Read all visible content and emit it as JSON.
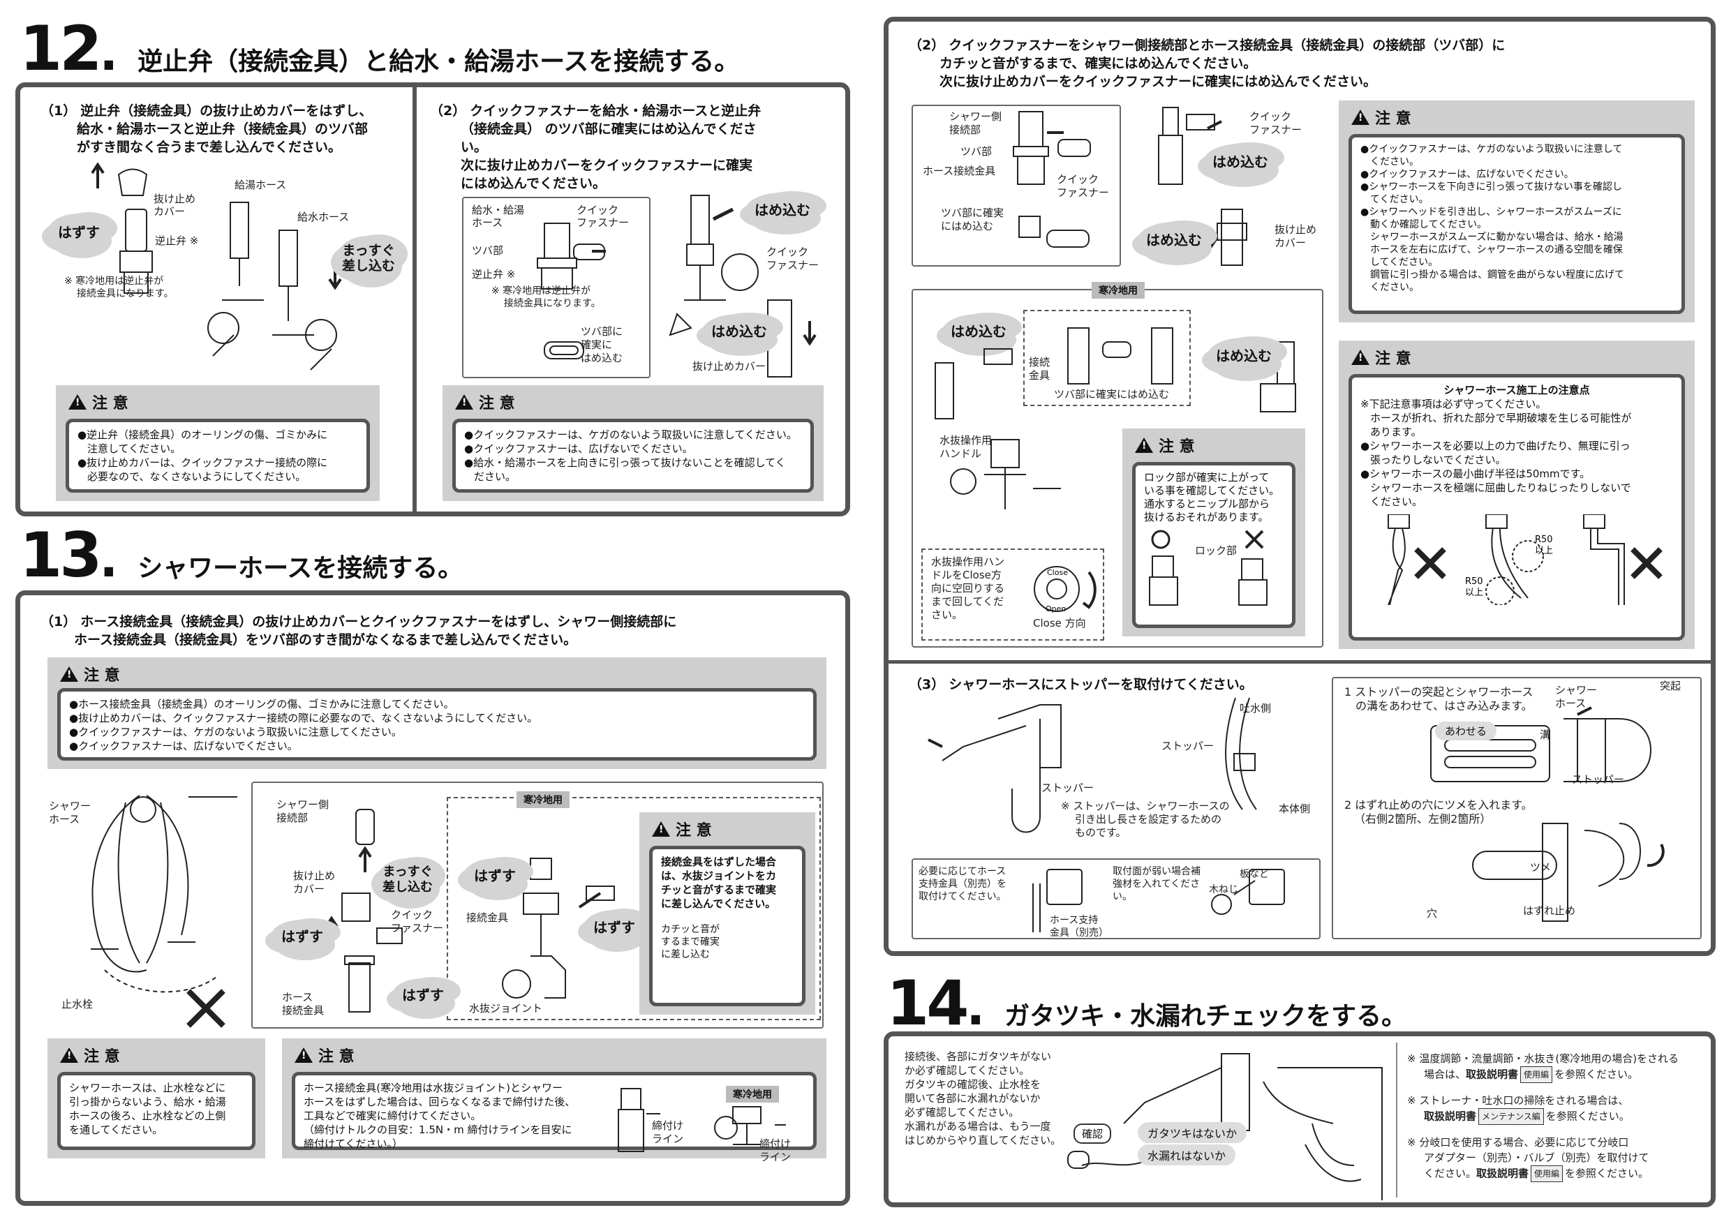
{
  "s12": {
    "num": "12",
    "title": "逆止弁（接続金具）と給水・給湯ホースを接続する。",
    "step1": {
      "num": "（1）",
      "l1": "逆止弁（接続金具）の抜け止めカバーをはずし、",
      "l2": "給水・給湯ホースと逆止弁（接続金具）のツバ部",
      "l3": "がすき間なく合うまで差し込んでください。",
      "hot_hose": "給湯ホース",
      "cold_hose": "給水ホース",
      "cover": "抜け止め",
      "cover2": "カバー",
      "valve": "逆止弁 ※",
      "remove": "はずす",
      "push1": "まっすぐ",
      "push2": "差し込む",
      "note1": "※ 寒冷地用は逆止弁が",
      "note2": "接続金具になります。"
    },
    "step2": {
      "num": "（2）",
      "l1": "クイックファスナーを給水・給湯ホースと逆止弁",
      "l2": "（接続金具） のツバ部に確実にはめ込んでくださ",
      "l3": "い。",
      "l4": "次に抜け止めカバーをクイックファスナーに確実",
      "l5": "にはめ込んでください。",
      "hose1": "給水・給湯",
      "hose2": "ホース",
      "quick1": "クイック",
      "quick2": "ファスナー",
      "flange": "ツバ部",
      "valve": "逆止弁 ※",
      "note1": "※ 寒冷地用は逆止弁が",
      "note2": "接続金具になります。",
      "flange_note1": "ツバ部に",
      "flange_note2": "確実に",
      "flange_note3": "はめ込む",
      "fit": "はめ込む",
      "quick_r1": "クイック",
      "quick_r2": "ファスナー",
      "fit2": "はめ込む",
      "cover": "抜け止めカバー"
    },
    "caution1": {
      "head": "注 意",
      "b1": "●逆止弁（接続金具）のオーリングの傷、ゴミかみに",
      "b1b": "注意してください。",
      "b2": "●抜け止めカバーは、クイックファスナー接続の際に",
      "b2b": "必要なので、なくさないようにしてください。"
    },
    "caution2": {
      "head": "注 意",
      "b1": "●クイックファスナーは、ケガのないよう取扱いに注意してください。",
      "b2": "●クイックファスナーは、広げないでください。",
      "b3": "●給水・給湯ホースを上向きに引っ張って抜けないことを確認してく",
      "b3b": "ださい。"
    }
  },
  "s13": {
    "num": "13",
    "title": "シャワーホースを接続する。",
    "step1": {
      "num": "（1）",
      "l1": "ホース接続金具（接続金具）の抜け止めカバーとクイックファスナーをはずし、シャワー側接続部に",
      "l2": "ホース接続金具（接続金具）をツバ部のすき間がなくなるまで差し込んでください。"
    },
    "caution_main": {
      "head": "注 意",
      "b1": "●ホース接続金具（接続金具）のオーリングの傷、ゴミかみに注意してください。",
      "b2": "●抜け止めカバーは、クイックファスナー接続の際に必要なので、なくさないようにしてください。",
      "b3": "●クイックファスナーは、ケガのないよう取扱いに注意してください。",
      "b4": "●クイックファスナーは、広げないでください。"
    },
    "shower_hose1": "シャワー",
    "shower_hose2": "ホース",
    "stop_valve": "止水栓",
    "shower_side1": "シャワー側",
    "shower_side2": "接続部",
    "push1": "まっすぐ",
    "push2": "差し込む",
    "cover1": "抜け止め",
    "cover2": "カバー",
    "remove1": "はずす",
    "quick1": "クイック",
    "quick2": "ファスナー",
    "hose_fit1": "ホース",
    "hose_fit2": "接続金具",
    "remove2": "はずす",
    "cold_tag": "寒冷地用",
    "remove3": "はずす",
    "joint_fit": "接続金具",
    "remove4": "はずす",
    "drain_joint": "水抜ジョイント",
    "caution_side": {
      "head": "注 意",
      "l1": "接続金具をはずした場合",
      "l2": "は、水抜ジョイントをカ",
      "l3": "チッと音がするまで確実",
      "l4": "に差し込んでください。",
      "s1": "カチッと音が",
      "s2": "するまで確実",
      "s3": "に差し込む"
    },
    "caution_bl": {
      "head": "注 意",
      "l1": "シャワーホースは、止水栓などに",
      "l2": "引っ掛からないよう、給水・給湯",
      "l3": "ホースの後ろ、止水栓などの上側",
      "l4": "を通してください。"
    },
    "caution_br": {
      "head": "注 意",
      "l1": "ホース接続金具(寒冷地用は水抜ジョイント)とシャワー",
      "l2": "ホースをはずした場合は、回らなくなるまで締付けた後、",
      "l3": "工具などで確実に締付けてください。",
      "l4": "（締付けトルクの目安：1.5N・m 締付けラインを目安に",
      "l5": "締付けてください。）",
      "line1": "締付け",
      "line2": "ライン",
      "cold_tag": "寒冷地用",
      "line3": "締付け",
      "line4": "ライン"
    }
  },
  "right": {
    "step2": {
      "num": "（2）",
      "l1": "クイックファスナーをシャワー側接続部とホース接続金具（接続金具）の接続部（ツバ部）に",
      "l2": "カチッと音がするまで、確実にはめ込んでください。",
      "l3": "次に抜け止めカバーをクイックファスナーに確実にはめ込んでください。",
      "shower_side1": "シャワー側",
      "shower_side2": "接続部",
      "flange": "ツバ部",
      "hose_fit": "ホース接続金具",
      "quick1": "クイック",
      "quick2": "ファスナー",
      "flange_note1": "ツバ部に確実",
      "flange_note2": "にはめ込む",
      "quick_r1": "クイック",
      "quick_r2": "ファスナー",
      "fit1": "はめ込む",
      "fit2": "はめ込む",
      "cover1": "抜け止め",
      "cover2": "カバー"
    },
    "caution_q": {
      "head": "注 意",
      "b1": "●クイックファスナーは、ケガのないよう取扱いに注意して",
      "b1b": "ください。",
      "b2": "●クイックファスナーは、広げないでください。",
      "b3": "●シャワーホースを下向きに引っ張って抜けない事を確認し",
      "b3b": "てください。",
      "b4": "●シャワーヘッドを引き出し、シャワーホースがスムーズに",
      "b4b": "動くか確認してください。",
      "b4c": "シャワーホースがスムーズに動かない場合は、給水・給湯",
      "b4d": "ホースを左右に広げて、シャワーホースの通る空間を確保",
      "b4e": "してください。",
      "b4f": "鋼管に引っ掛かる場合は、鋼管を曲がらない程度に広げて",
      "b4g": "ください。"
    },
    "cold": {
      "tag": "寒冷地用",
      "fit1": "はめ込む",
      "joint1": "接続",
      "joint2": "金具",
      "flange_note": "ツバ部に確実にはめ込む",
      "fit2": "はめ込む",
      "handle1": "水抜操作用",
      "handle2": "ハンドル",
      "dash1": "水抜操作用ハン",
      "dash2": "ドルをClose方",
      "dash3": "向に空回りする",
      "dash4": "まで回してくだ",
      "dash5": "さい。",
      "close": "Close 方向",
      "dial_close": "Close",
      "dial_open": "Open",
      "caution": {
        "head": "注 意",
        "l1": "ロック部が確実に上がって",
        "l2": "いる事を確認してください。",
        "l3": "通水するとニップル部から",
        "l4": "抜けるおそれがあります。",
        "lock": "ロック部"
      }
    },
    "caution_hose": {
      "head": "注 意",
      "title": "シャワーホース施工上の注意点",
      "l1": "※下記注意事項は必ず守ってください。",
      "l2": "ホースが折れ、折れた部分で早期破壊を生じる可能性が",
      "l3": "あります。",
      "l4": "●シャワーホースを必要以上の力で曲げたり、無理に引っ",
      "l5": "張ったりしないでください。",
      "l6": "●シャワーホースの最小曲げ半径は50mmです。",
      "l7": "シャワーホースを極端に屈曲したりねじったりしないで",
      "l8": "ください。",
      "r1a": "R50",
      "r1b": "以上",
      "r2a": "R50",
      "r2b": "以上"
    },
    "step3": {
      "num": "（3）",
      "title": "シャワーホースにストッパーを取付けてください。",
      "outlet": "吐水側",
      "stopper": "ストッパー",
      "stopper2": "ストッパー",
      "body": "本体側",
      "note1": "※ ストッパーは、シャワーホースの",
      "note2": "引き出し長さを設定するための",
      "note3": "ものです。",
      "bl1": "必要に応じてホース",
      "bl2": "支持金具（別売）を",
      "bl3": "取付けてください。",
      "support1": "ホース支持",
      "support2": "金具（別売）",
      "bm1": "取付面が弱い場合補",
      "bm2": "強材を入れてくださ",
      "bm3": "い。",
      "plate": "板など",
      "screw": "木ねじ",
      "r1": "1 ストッパーの突起とシャワーホース",
      "r2": "の溝をあわせて、はさみ込みます。",
      "align": "あわせる",
      "shower1": "シャワー",
      "shower2": "ホース",
      "bump": "突起",
      "groove": "溝",
      "stopper3": "ストッパー",
      "r3": "2 はずれ止めの穴にツメを入れます。",
      "r4": "（右側2箇所、左側2箇所）",
      "claw": "ツメ",
      "hole": "穴",
      "catch": "はずれ止め"
    }
  },
  "s14": {
    "num": "14",
    "title": "ガタツキ・水漏れチェックをする。",
    "l1": "接続後、各部にガタツキがない",
    "l2": "か必ず確認してください。",
    "l3": "ガタツキの確認後、止水栓を",
    "l4": "開いて各部に水漏れがないか",
    "l5": "必ず確認してください。",
    "l6": "水漏れがある場合は、もう一度",
    "l7": "はじめからやり直してください。",
    "confirm": "確認",
    "q1": "ガタツキはないか",
    "q2": "水漏れはないか",
    "n1a": "※ 温度調節・流量調節・水抜き(寒冷地用の場合)をされる",
    "n1b": "場合は、",
    "n1c": "取扱説明書",
    "n1d": "使用編",
    "n1e": "を参照ください。",
    "n2a": "※ ストレーナ・吐水口の掃除をされる場合は、",
    "n2b": "取扱説明書",
    "n2c": "メンテナンス編",
    "n2d": "を参照ください。",
    "n3a": "※ 分岐口を使用する場合、必要に応じて分岐口",
    "n3b": "アダプター（別売）・バルブ（別売）を取付けて",
    "n3c": "ください。",
    "n3d": "取扱説明書",
    "n3e": "使用編",
    "n3f": "を参照ください。"
  }
}
